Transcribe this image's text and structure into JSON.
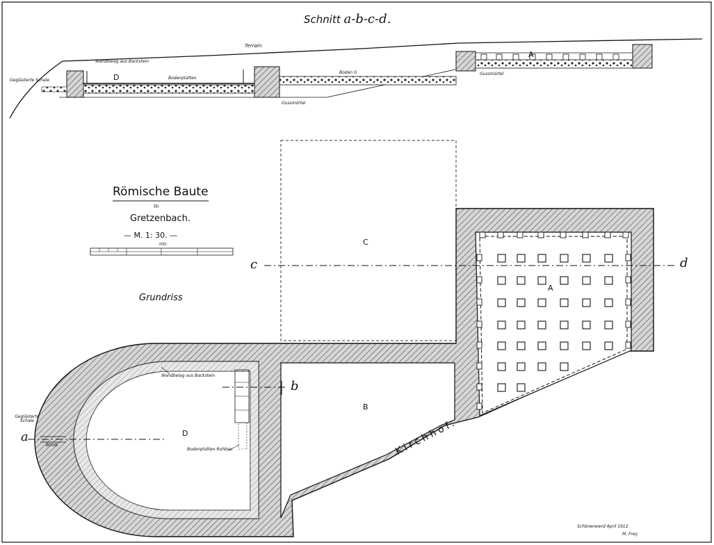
{
  "section": {
    "title_word": "Schnitt",
    "title_letters": "a-b-c-d.",
    "terrain": "Terrain.",
    "room_d": "D",
    "room_a": "A",
    "wall_lining": "Wandbelag aus Backstein",
    "floor_plates": "Bodenplatten",
    "gesturned_shell": "Geglästerte Schale",
    "gussmortel_left": "Gussmörtel",
    "gussmortel_right": "Gussmörtel",
    "floor_g": "Boden G"
  },
  "title_block": {
    "title": "Römische Baute",
    "in": "in",
    "place": "Gretzenbach.",
    "scale": "— M. 1: 30. —",
    "scale_unit": "mtr.",
    "plan_label": "Grundriss"
  },
  "plan": {
    "room_a": "A",
    "room_b": "B",
    "room_c": "C",
    "room_d": "D",
    "cut_a": "a",
    "cut_b": "b",
    "cut_c": "c",
    "cut_d": "d",
    "churchyard": "Kirchhof.",
    "wall_lining": "Wandbelag aus Backstein",
    "shell_label": "Geglästerte Schale",
    "blind": "Blindl.",
    "floor_plates": "Bodenplatten-Rohbau"
  },
  "signature": {
    "place_date": "Schönenwerd April 1912",
    "author": "M. Frey"
  },
  "colors": {
    "ink": "#111111",
    "paper": "#ffffff",
    "hatch_bg": "#d6d6d6"
  }
}
